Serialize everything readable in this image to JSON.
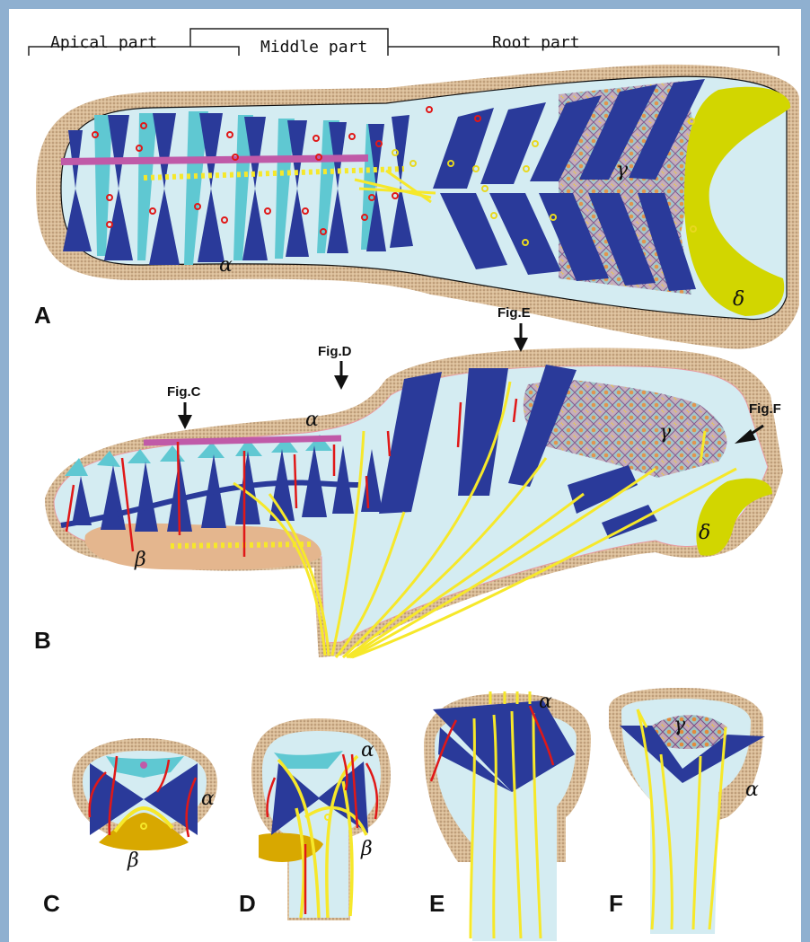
{
  "header": {
    "apical": "Apical part",
    "middle": "Middle part",
    "root": "Root part"
  },
  "panels": {
    "a": "A",
    "b": "B",
    "c": "C",
    "d": "D",
    "e": "E",
    "f": "F"
  },
  "arrows": {
    "fig_c": "Fig.C",
    "fig_d": "Fig.D",
    "fig_e": "Fig.E",
    "fig_f": "Fig.F"
  },
  "greek": {
    "alpha": "α",
    "beta": "β",
    "gamma": "γ",
    "delta": "δ"
  },
  "colors": {
    "page_border": "#8fb0d0",
    "sheath": "#d8b894",
    "body": "#d4ecf2",
    "muscle": "#2a3a9a",
    "cyan_fiber": "#5fc8d2",
    "nerve": "#f6e82a",
    "vessel": "#dd1a1a",
    "magenta_band": "#c05aa8",
    "delta": "#d2d600",
    "beta_c": "#d8a800"
  }
}
